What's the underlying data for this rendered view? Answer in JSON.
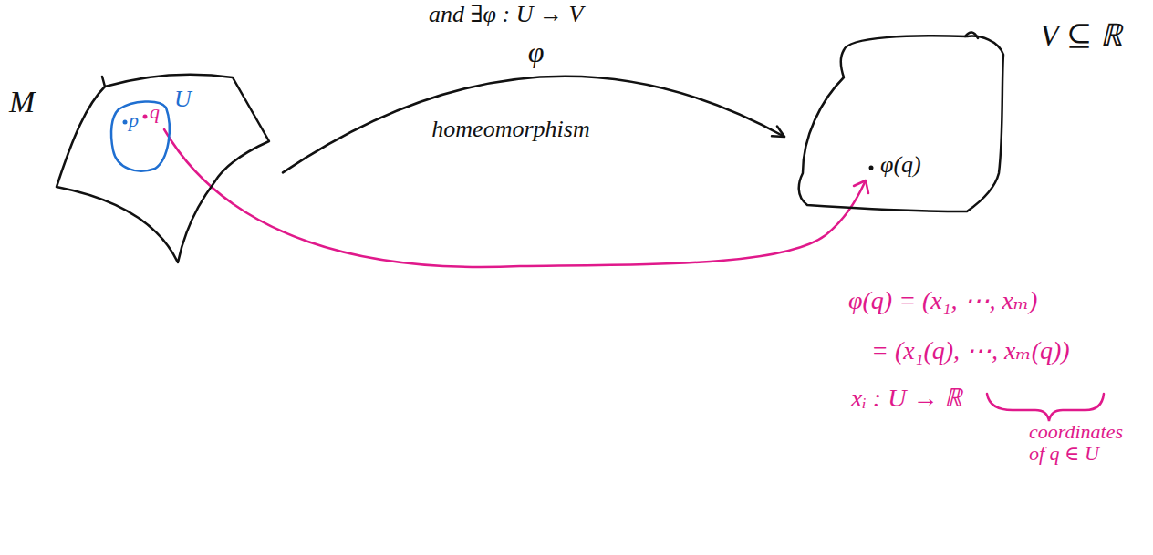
{
  "diagram": {
    "nodes": [
      {
        "text": [
          "M"
        ]
      },
      {
        "text": [
          "U",
          "p",
          "q"
        ],
        "in": 0
      },
      {
        "text": [
          "V ⊆ ℝ",
          "φ(q)"
        ]
      }
    ],
    "edges": [
      {
        "from": 0,
        "to": 2,
        "arrow": "to",
        "label": "φ"
      }
    ],
    "labels": [
      "and ∃φ : U → V",
      "homeomorphism",
      "φ(q) = (x₁, ⋯, xₘ)",
      "= (x₁(q), ⋯, xₘ(q))",
      "xᵢ : U → ℝ",
      "coordinates of q ∈ U"
    ]
  }
}
